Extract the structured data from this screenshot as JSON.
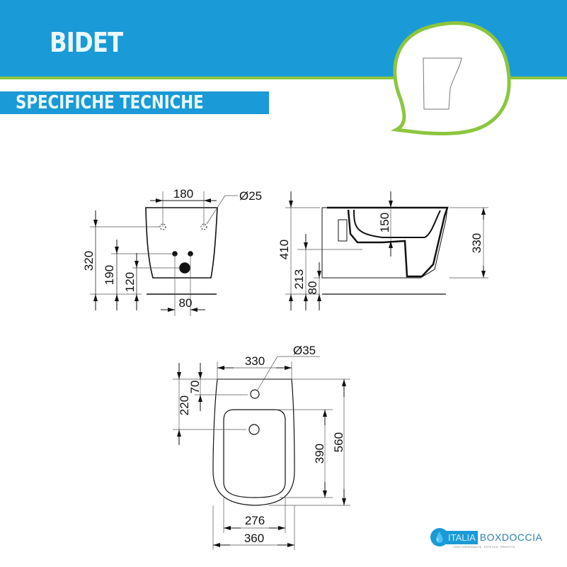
{
  "header": {
    "title": "BIDET",
    "subtitle": "SPECIFICHE TECNICHE"
  },
  "colors": {
    "brand_blue": "#1a9ad6",
    "accent_green": "#8cc63f"
  },
  "front_view": {
    "dims": {
      "hole_spacing": "180",
      "hole_diameter": "Ø25",
      "height_holes": "320",
      "height_outlet": "190",
      "height_drain": "120",
      "outlet_spacing": "80"
    }
  },
  "side_view": {
    "dims": {
      "total_height": "410",
      "outlet_height": "213",
      "floor_gap": "80",
      "bowl_depth": "150",
      "body_height": "330"
    }
  },
  "top_view": {
    "dims": {
      "top_width": "330",
      "tap_hole_diameter": "Ø35",
      "depth": "560",
      "basin_length": "390",
      "drain_offset": "220",
      "tap_offset": "70",
      "basin_width": "276",
      "width": "360"
    }
  },
  "logo": {
    "part1": "ITALIA",
    "part2": "BOXDOCCIA",
    "tagline": "100% FUNZIONALITÀ - ESTETICA - PRATICITÀ"
  }
}
